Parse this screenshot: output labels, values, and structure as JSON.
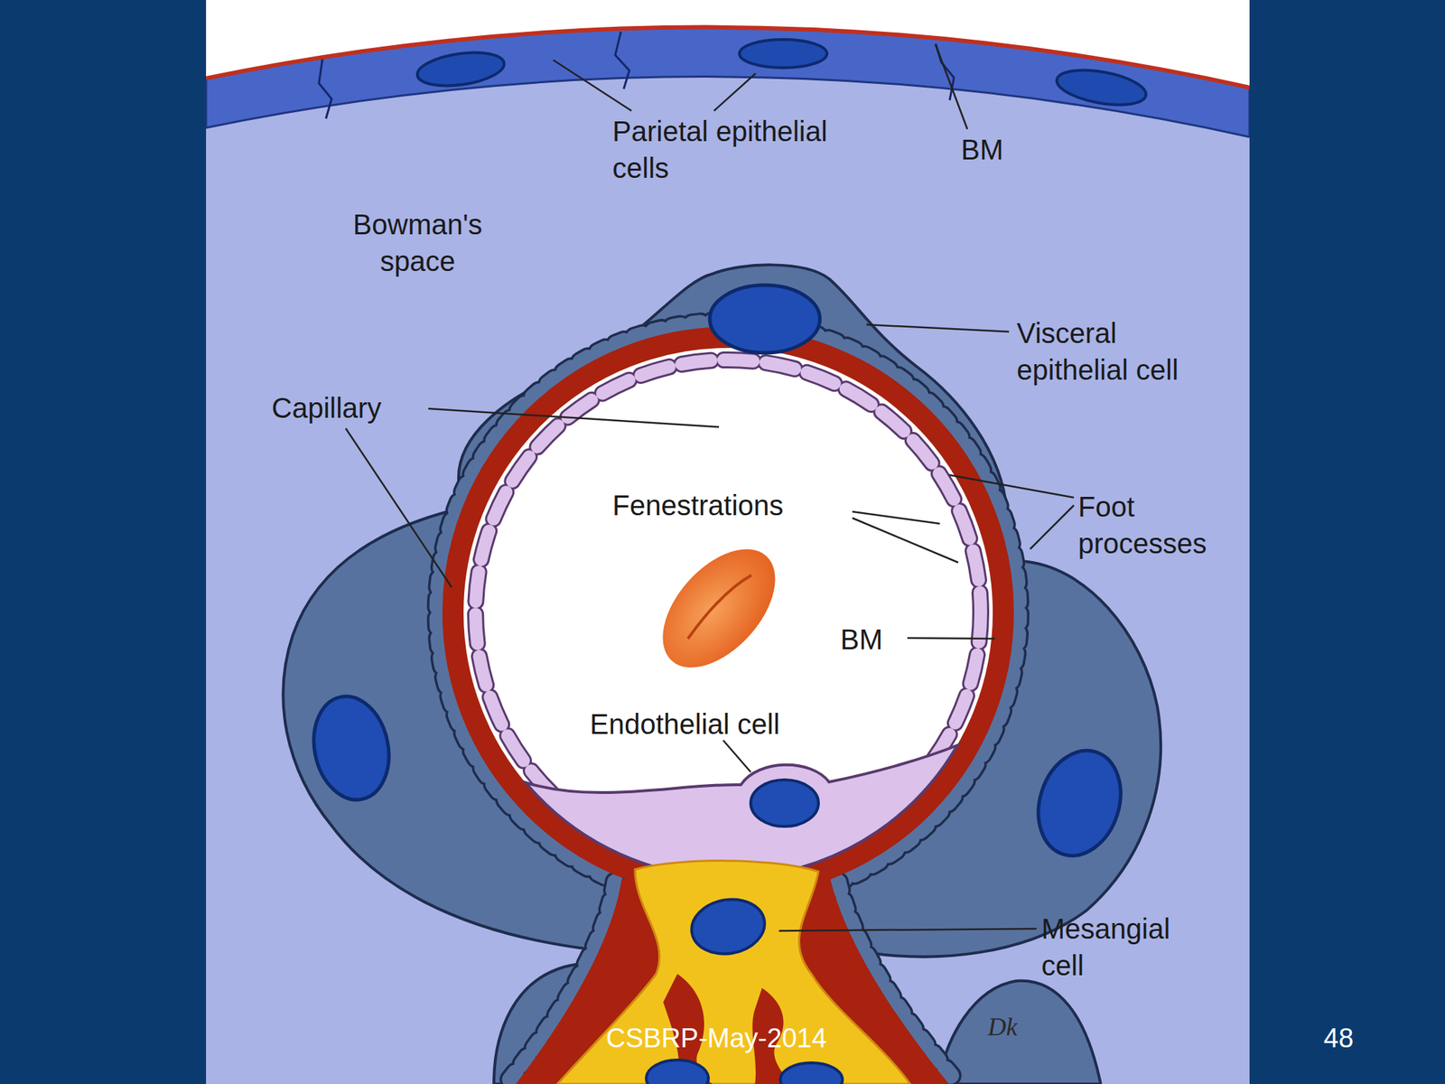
{
  "diagram": {
    "labels": [
      "Parietal epithelial cells",
      "BM",
      "Bowman's space",
      "Visceral epithelial cell",
      "Capillary",
      "Fenestrations",
      "Foot processes",
      "BM",
      "Endothelial cell",
      "Mesangial cell",
      "CSBRP-May-2014",
      "Dk",
      "48"
    ]
  }
}
